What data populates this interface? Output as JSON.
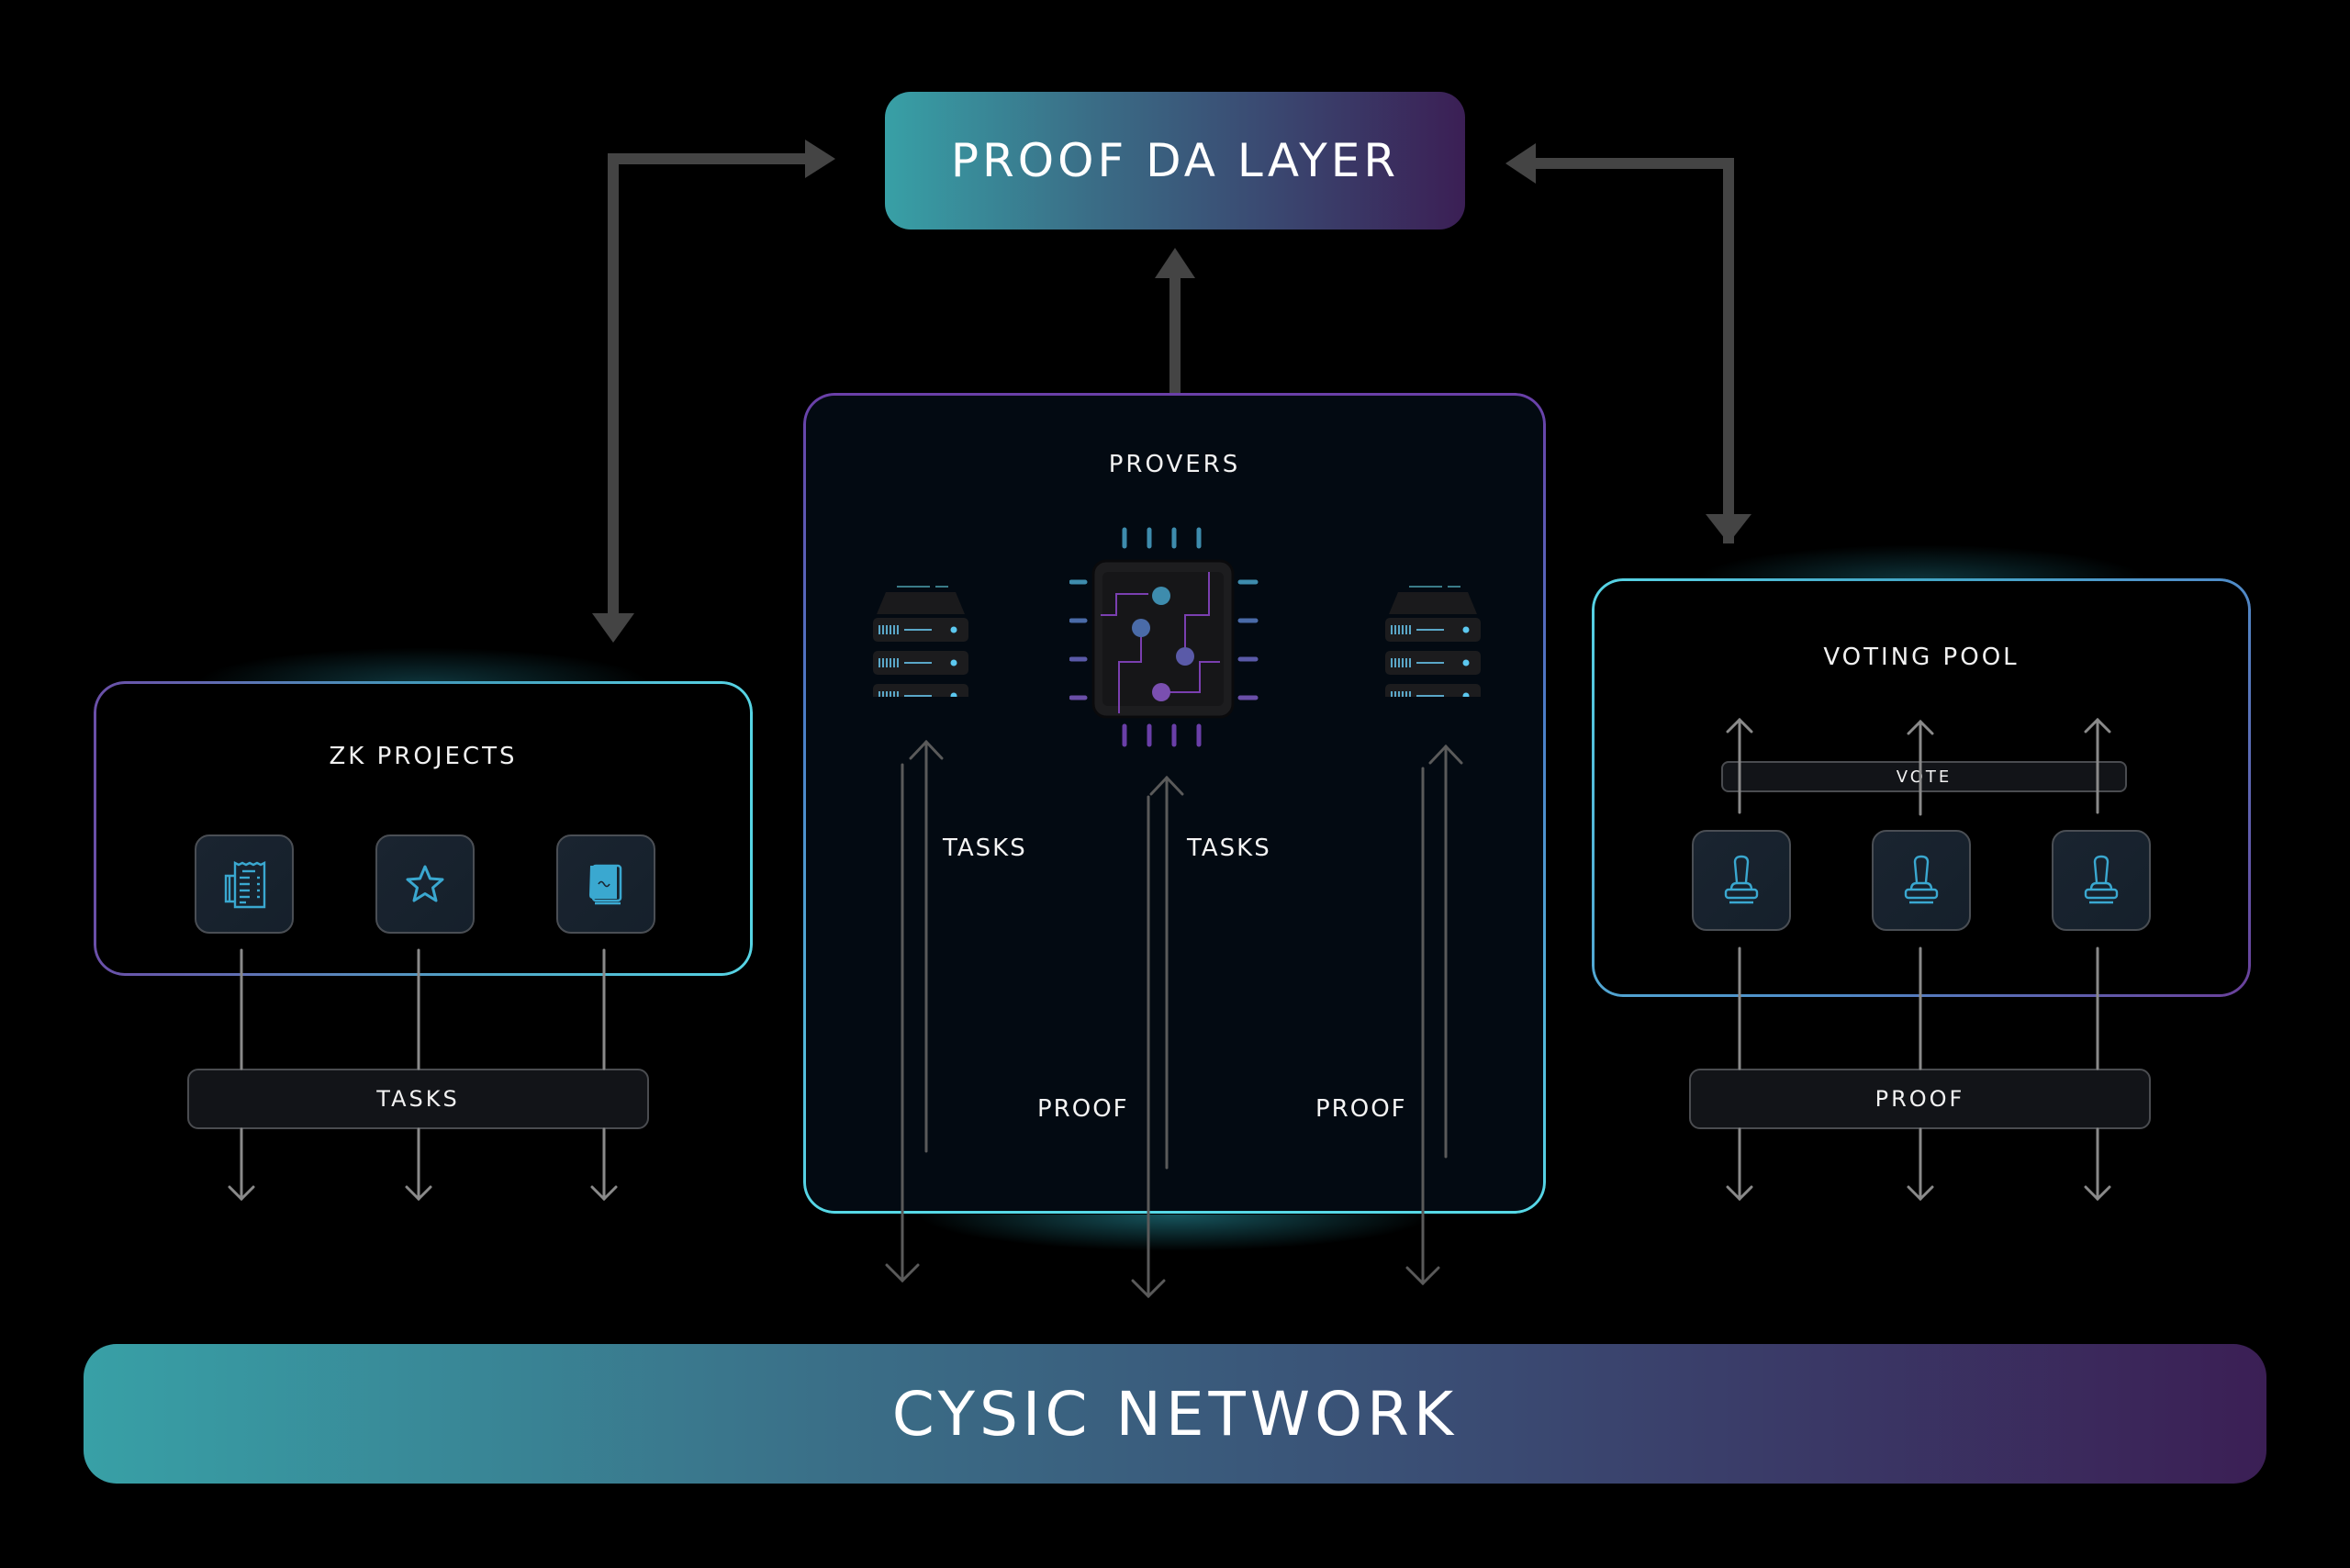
{
  "diagram": {
    "top_node": {
      "label": "PROOF DA LAYER"
    },
    "bottom_node": {
      "label": "CYSIC NETWORK"
    },
    "zk_projects": {
      "title": "ZK PROJECTS",
      "icons": [
        "receipt-icon",
        "star-icon",
        "signed-document-icon"
      ],
      "output_bar": "TASKS"
    },
    "provers": {
      "title": "PROVERS",
      "icons": [
        "server-icon",
        "chip-icon",
        "server-icon"
      ],
      "flow_labels": {
        "tasks_left": "TASKS",
        "tasks_right": "TASKS",
        "proof_left": "PROOF",
        "proof_right": "PROOF"
      }
    },
    "voting_pool": {
      "title": "VOTING POOL",
      "vote_bar": "VOTE",
      "icons": [
        "joystick-icon",
        "joystick-icon",
        "joystick-icon"
      ],
      "output_bar": "PROOF"
    },
    "colors": {
      "gradient_start": "#38a0a6",
      "gradient_end": "#3b1f55",
      "icon_accent": "#3aa8d0",
      "arrow": "#444444",
      "thin_arrow": "#8a8a8a"
    }
  }
}
